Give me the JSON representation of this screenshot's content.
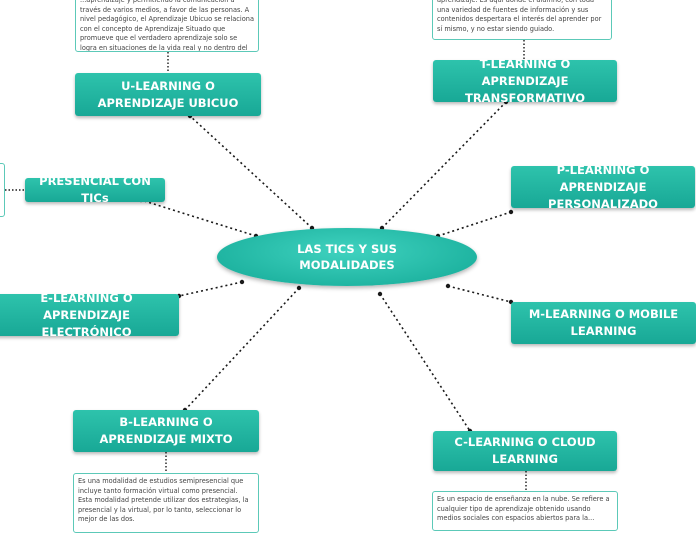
{
  "center": {
    "label": "LAS TICS Y SUS MODALIDADES"
  },
  "branches": {
    "ubicuo": "U-LEARNING O APRENDIZAJE UBICUO",
    "transformativo": "T-LEARNING O APRENDIZAJE TRANSFORMATIVO",
    "presencial": "PRESENCIAL CON TICs",
    "personalizado": "P-LEARNING O APRENDIZAJE PERSONALIZADO",
    "electronico": "E-LEARNING O APRENDIZAJE ELECTRÓNICO",
    "mobile": "M-LEARNING O MOBILE LEARNING",
    "mixto": "B-LEARNING O APRENDIZAJE MIXTO",
    "cloud": "C-LEARNING O CLOUD LEARNING"
  },
  "notes": {
    "ubicuo": "...aprendizaje y permitiendo la comunicación a través de varios medios, a favor de las personas. A nivel pedagógico, el Aprendizaje Ubicuo se relaciona con el concepto de Aprendizaje Situado que promueve que el verdadero aprendizaje solo se logra en situaciones de la vida real y no dentro del aula.",
    "transformativo": "aprendizaje. Es aquí donde el alumno, con toda una variedad de fuentes de información y sus contenidos despertara el interés del aprender por sí mismo, y no estar siendo guiado.",
    "mixto": "Es una modalidad de estudios semipresencial que incluye tanto formación virtual como presencial. Esta modalidad pretende utilizar dos estrategias, la presencial y la virtual, por lo tanto, seleccionar lo mejor de las dos.",
    "cloud": "Es un espacio de enseñanza en la nube. Se refiere a cualquier tipo de aprendizaje obtenido usando medios sociales con espacios abiertos para la..."
  }
}
